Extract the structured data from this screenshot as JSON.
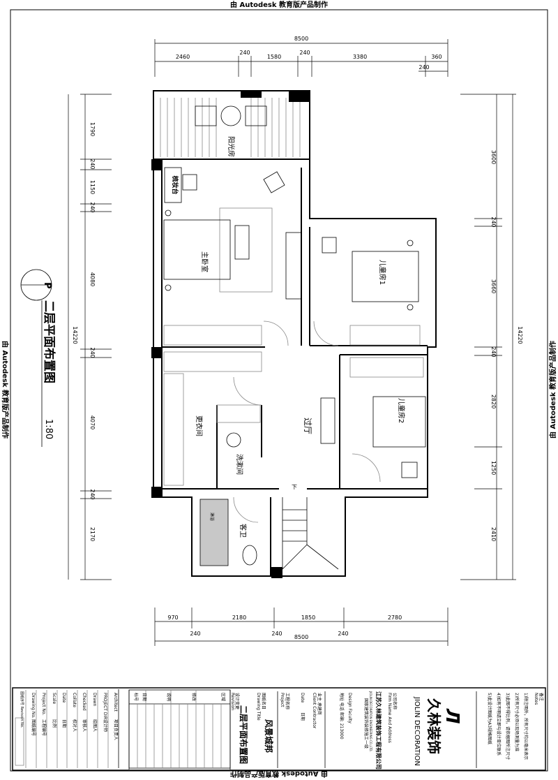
{
  "watermark": "由 Autodesk 教育版产品制作",
  "plan": {
    "title": "二层平面布置图",
    "scale": "1:80",
    "marker": "P",
    "rooms": {
      "sunroom": "阳光房",
      "vanity": "梳妆台",
      "master_bedroom": "主卧室",
      "child_room_1": "儿童房1",
      "child_room_2": "儿童房2",
      "dressing_room": "更衣间",
      "hall": "过厅",
      "washroom": "洗漱间",
      "guest_bath": "客卫",
      "shower": "淋浴",
      "stair_down": "下"
    },
    "dims_top": {
      "total": "8500",
      "segments": [
        "2460",
        "240",
        "1580",
        "240",
        "3380",
        "360"
      ],
      "sub": "240"
    },
    "dims_bottom": {
      "total": "8500",
      "segments": [
        "970",
        "2180",
        "1850",
        "2780"
      ],
      "sub": [
        "240",
        "240",
        "240"
      ]
    },
    "dims_left": {
      "total": "14220",
      "segments": [
        "1790",
        "240",
        "1150",
        "240",
        "4080",
        "240",
        "4070",
        "240",
        "2170"
      ]
    },
    "dims_right": {
      "total": "14220",
      "segments": [
        "3600",
        "240",
        "3660",
        "240",
        "2820",
        "1250",
        "2410"
      ]
    }
  },
  "title_block": {
    "notes_title": "备注",
    "notes_title_en": "Notes",
    "notes": [
      "1)除注明外，所有尺寸均以毫米表示",
      "2)所有尺寸必须以现场测量为准",
      "3)此图不得比例，请依据图所注尺寸",
      "4)如有不明请立即与设计单位联系",
      "5)此设计图纸为A3规格图纸"
    ],
    "logo_cn": "久林装饰",
    "logo_en": "JIOLIN DECORATION",
    "firm_label": "公司名称",
    "firm_label_en": "Firm Name And Address",
    "firm_name": "江苏久林建筑装饰工程有限公司",
    "firm_name_en": "JIOLIN DECORATION ENGINEERING CO.,LTD.",
    "firm_dept": "国家建筑装饰装修施工一级",
    "design_faculty": "Design Faculty",
    "firm_address": "地址 电话 邮编: 213000",
    "client_label": "业主 承建商",
    "client_label_en": "Client Contractor",
    "date_label": "Date",
    "date_cn": "日期",
    "project_label": "工程名称",
    "project_label_en": "Project",
    "project_name": "风景城邦",
    "drawing_title_label": "图纸名目",
    "drawing_title_label_en": "Drawing Title",
    "drawing_title": "二层平面布置图",
    "revision_label": "设计变更",
    "revision_label_en": "Revision",
    "revision_headers": [
      "区域",
      "修改",
      "说明",
      "日期",
      "标号"
    ],
    "info_rows": [
      {
        "label": "Architect",
        "value": "项目负责人"
      },
      {
        "label": "PROJECT DIR",
        "value": "设计师"
      },
      {
        "label": "Drawn",
        "value": "绘图人"
      },
      {
        "label": "Checked",
        "value": "审核人"
      },
      {
        "label": "Collate",
        "value": "校对人"
      },
      {
        "label": "Date",
        "value": "日期"
      },
      {
        "label": "Scale",
        "value": "比例"
      },
      {
        "label": "Project No.",
        "value": "工程编号"
      },
      {
        "label": "Drawing No.",
        "value": "图纸编号"
      },
      {
        "label": "图纸序号 Revision No.",
        "value": ""
      }
    ]
  }
}
